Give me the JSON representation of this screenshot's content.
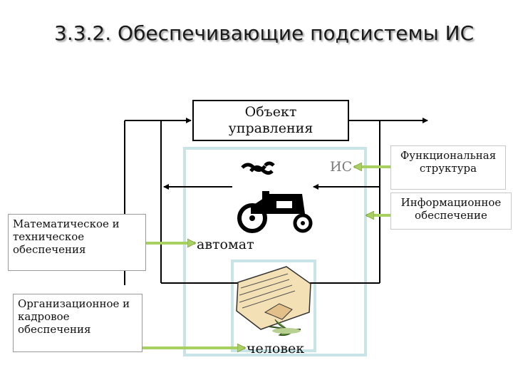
{
  "title": "3.3.2. Обеспечивающие подсистемы ИС",
  "object": {
    "line1": "Объект",
    "line2": "управления"
  },
  "is_label": "ИС",
  "automat_label": "автомат",
  "human_label": "человек",
  "right_boxes": [
    {
      "line1": "Функциональная",
      "line2": "структура"
    },
    {
      "line1": "Информационное",
      "line2": "обеспечение"
    }
  ],
  "left_boxes": [
    {
      "line1": "Математическое и",
      "line2": "техническое",
      "line3": "обеспечения"
    },
    {
      "line1": "Организационное и",
      "line2": "кадровое",
      "line3": "обеспечения"
    }
  ],
  "icons": [
    "tractor-icon",
    "paperwork-person-icon"
  ],
  "colors": {
    "frame": "#c8e4e6",
    "connector": "#a8d060",
    "line": "#000000"
  }
}
